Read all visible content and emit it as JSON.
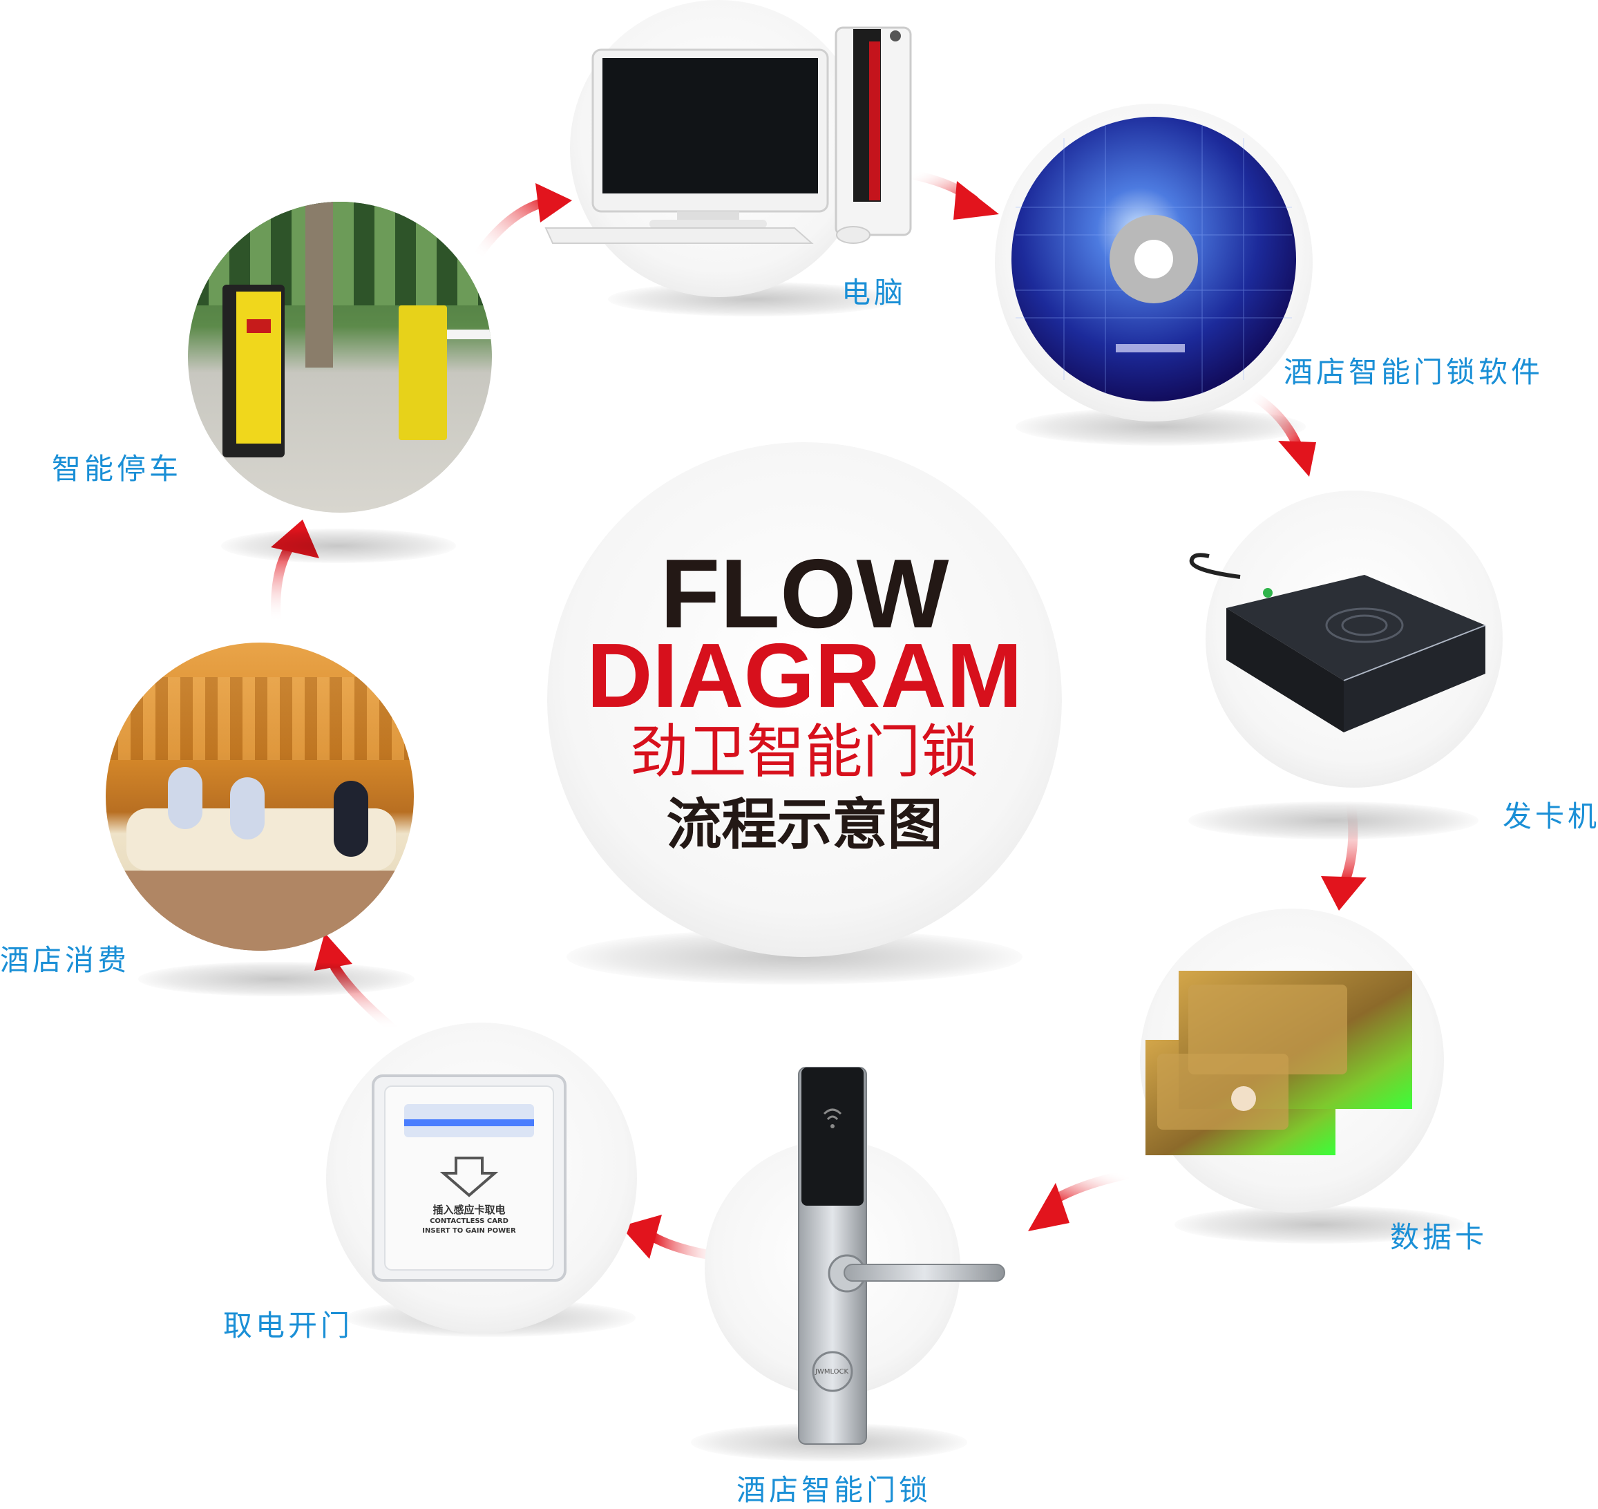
{
  "center": {
    "title_line1": "FLOW",
    "title_line2": "DIAGRAM",
    "subtitle_brand": "劲卫智能门锁",
    "subtitle_desc": "流程示意图"
  },
  "nodes": [
    {
      "id": "computer",
      "label": "电脑",
      "icon": "computer-icon"
    },
    {
      "id": "software",
      "label": "酒店智能门锁软件",
      "icon": "software-disc-icon"
    },
    {
      "id": "card-issuer",
      "label": "发卡机",
      "icon": "card-issuer-icon"
    },
    {
      "id": "data-card",
      "label": "数据卡",
      "icon": "data-card-icon"
    },
    {
      "id": "door-lock",
      "label": "酒店智能门锁",
      "icon": "door-lock-icon"
    },
    {
      "id": "power-switch",
      "label": "取电开门",
      "icon": "power-switch-icon"
    },
    {
      "id": "hotel-spending",
      "label": "酒店消费",
      "icon": "hotel-lounge-photo"
    },
    {
      "id": "smart-parking",
      "label": "智能停车",
      "icon": "parking-barrier-photo"
    }
  ],
  "devices": {
    "power_switch_cn": "插入感应卡取电",
    "power_switch_en1": "CONTACTLESS CARD",
    "power_switch_en2": "INSERT TO GAIN POWER",
    "lock_brand": "JWMLOCK"
  },
  "colors": {
    "title_dark": "#231815",
    "title_red": "#d7101c",
    "label_blue": "#1a8fd6",
    "arrow_red": "#e2141d"
  }
}
